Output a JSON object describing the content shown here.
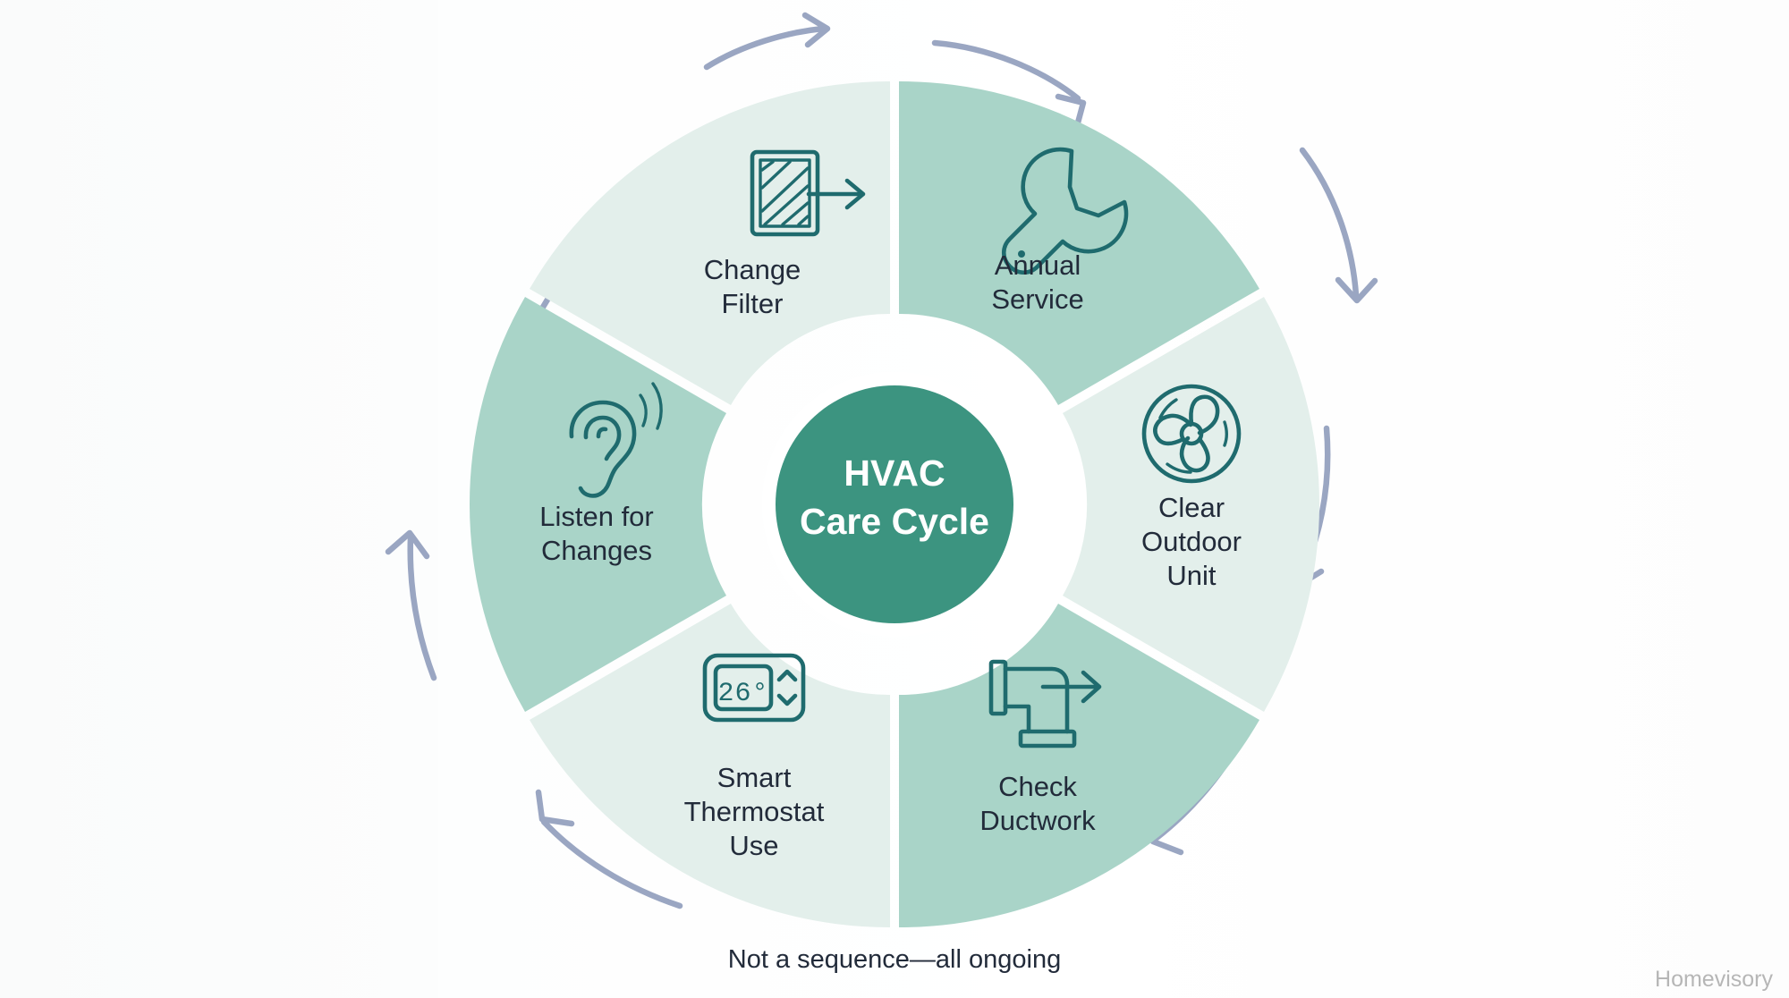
{
  "diagram": {
    "hub": {
      "line1": "HVAC",
      "line2": "Care Cycle",
      "color": "#3c9480"
    },
    "caption": "Not a sequence—all ongoing",
    "watermark": "Homevisory",
    "colors": {
      "segment_light": "#e3efeb",
      "segment_medium": "#a9d4c8",
      "hub_green": "#3c9480",
      "icon_teal": "#1f6b6e",
      "label_text": "#222b3a",
      "arrow_gray": "#9aa6c2",
      "background": "#ffffff"
    },
    "segments": [
      {
        "id": "change-filter",
        "label_lines": [
          "Change",
          "Filter"
        ],
        "icon": "filter-panel-arrow-icon",
        "shade": "light",
        "start_angle": -90,
        "end_angle": -30
      },
      {
        "id": "annual-service",
        "label_lines": [
          "Annual",
          "Service"
        ],
        "icon": "wrench-icon",
        "shade": "medium",
        "start_angle": -90,
        "end_angle": -30
      },
      {
        "id": "clear-outdoor-unit",
        "label_lines": [
          "Clear",
          "Outdoor",
          "Unit"
        ],
        "icon": "fan-icon",
        "shade": "light",
        "start_angle": -30,
        "end_angle": 30
      },
      {
        "id": "check-ductwork",
        "label_lines": [
          "Check",
          "Ductwork"
        ],
        "icon": "duct-arrow-icon",
        "shade": "medium",
        "start_angle": 30,
        "end_angle": 90
      },
      {
        "id": "smart-thermostat-use",
        "label_lines": [
          "Smart",
          "Thermostat",
          "Use"
        ],
        "icon": "thermostat-icon",
        "shade": "light",
        "start_angle": 90,
        "end_angle": 150
      },
      {
        "id": "listen-for-changes",
        "label_lines": [
          "Listen for",
          "Changes"
        ],
        "icon": "ear-listening-icon",
        "shade": "medium",
        "start_angle": 150,
        "end_angle": 210
      }
    ],
    "thermostat_reading": "26°",
    "arrows": {
      "count": 6,
      "direction": "clockwise",
      "label": "cycle-arrow"
    }
  }
}
